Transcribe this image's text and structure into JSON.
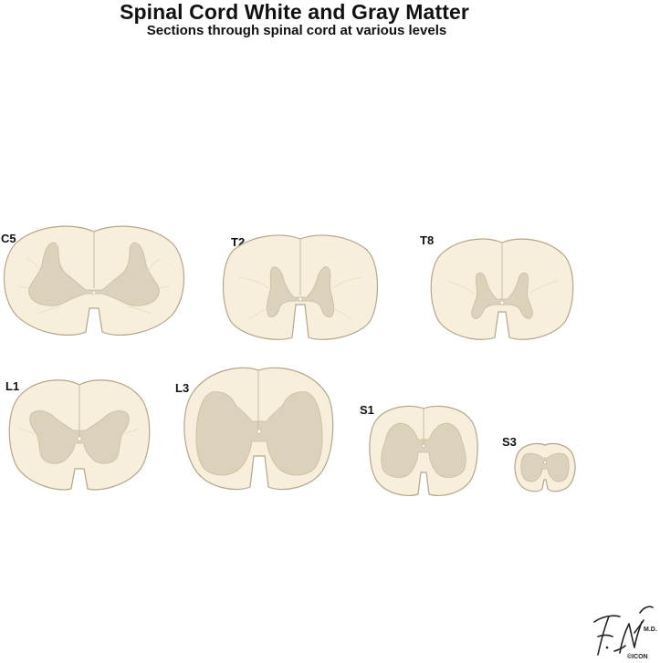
{
  "header": {
    "title": "Spinal Cord White and Gray Matter",
    "subtitle": "Sections through spinal cord at various levels"
  },
  "sections": [
    {
      "label": "C5"
    },
    {
      "label": "T2"
    },
    {
      "label": "T8"
    },
    {
      "label": "L1"
    },
    {
      "label": "L3"
    },
    {
      "label": "S1"
    },
    {
      "label": "S3"
    }
  ],
  "colors": {
    "white_matter": "#f7efdc",
    "gray_matter": "#dcd2bc",
    "outline": "#b3a689",
    "fissure": "#c9bc9e"
  },
  "signature": {
    "text": "F. Netter M.D.",
    "mark": "©ICON"
  }
}
